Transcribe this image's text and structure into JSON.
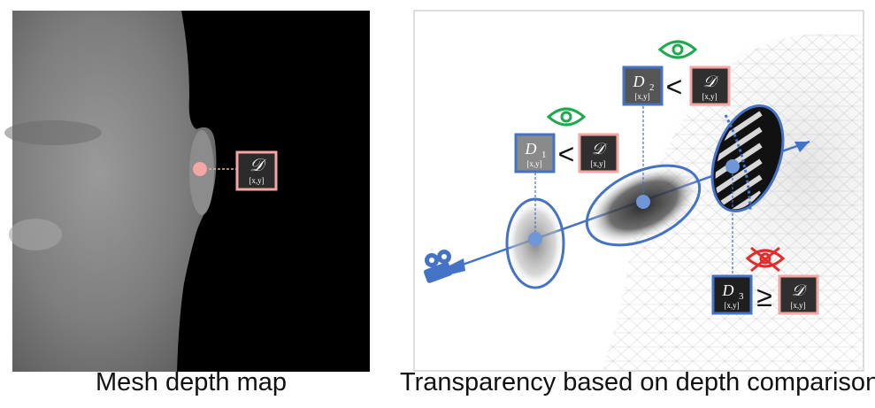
{
  "panels": {
    "left": {
      "caption": "Mesh depth map",
      "depth_label": {
        "symbol": "𝒟",
        "index": "[x,y]"
      }
    },
    "right": {
      "caption": "Transparency based on depth comparison",
      "comparisons": [
        {
          "lhs": "D",
          "sub": "1",
          "index": "[x,y]",
          "op": "<",
          "rhs": "𝒟",
          "rhs_index": "[x,y]",
          "visible": true
        },
        {
          "lhs": "D",
          "sub": "2",
          "index": "[x,y]",
          "op": "<",
          "rhs": "𝒟",
          "rhs_index": "[x,y]",
          "visible": true
        },
        {
          "lhs": "D",
          "sub": "3",
          "index": "[x,y]",
          "op": "≥",
          "rhs": "𝒟",
          "rhs_index": "[x,y]",
          "visible": false
        }
      ]
    }
  },
  "colors": {
    "blue": "#4472c4",
    "pink": "#f4a7a2",
    "green": "#1daa4e",
    "red": "#e32b2b",
    "box_dark": "#3a3a3a",
    "box_mid": "#8a8a8a"
  },
  "icons": [
    "camera-icon",
    "eye-icon",
    "eye-crossed-icon"
  ]
}
